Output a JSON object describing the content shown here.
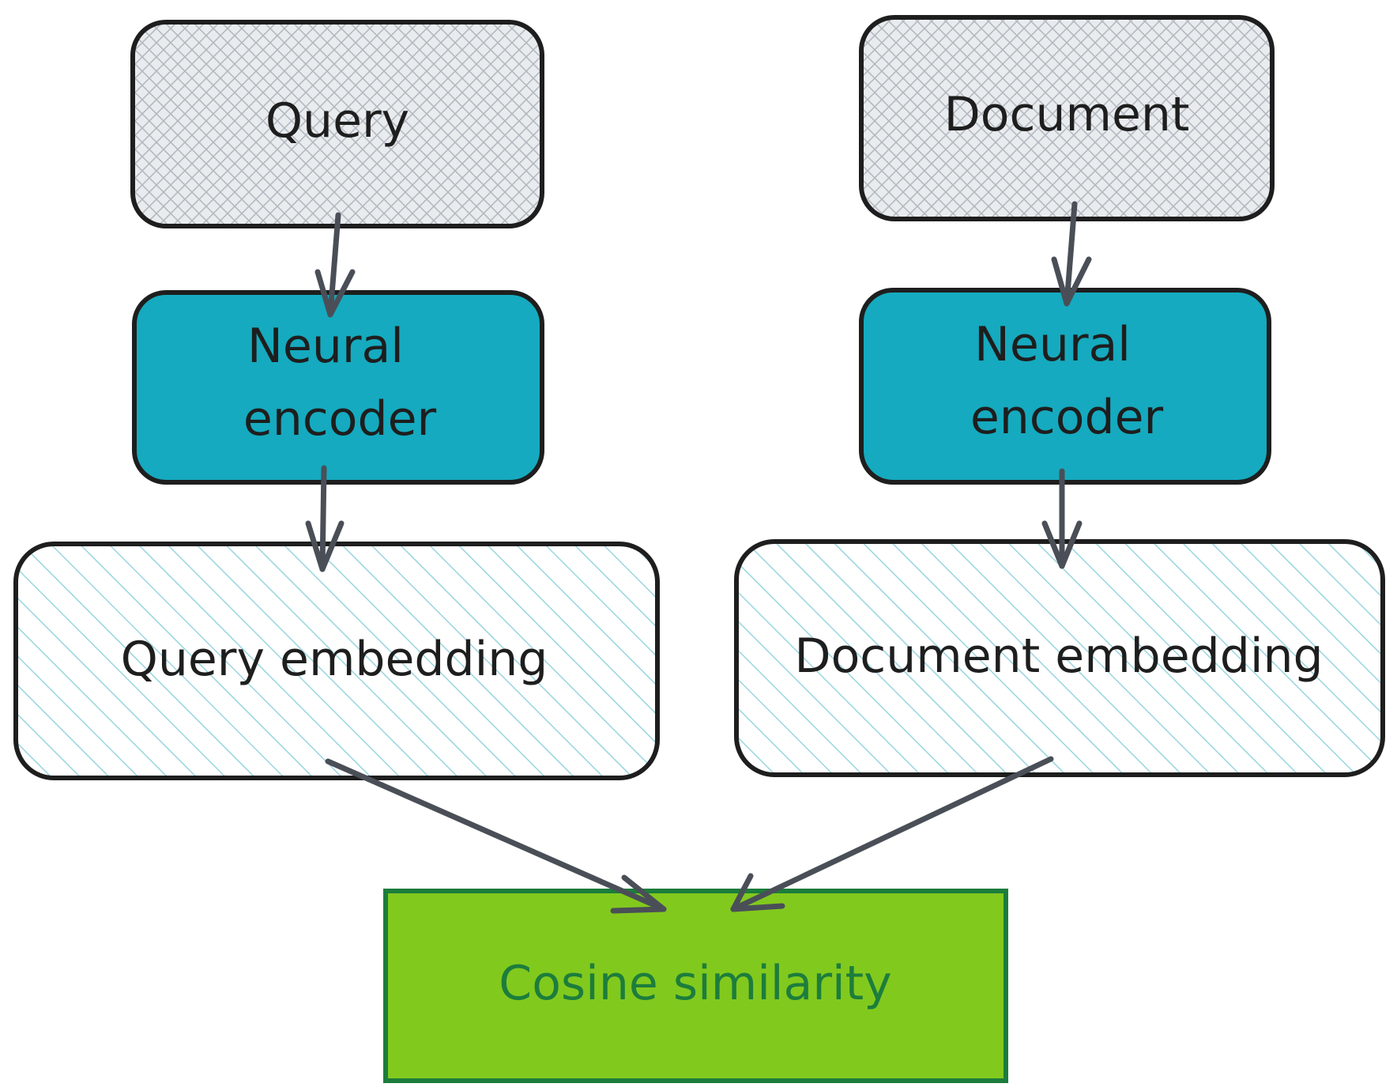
{
  "nodes": {
    "query": {
      "label": "Query"
    },
    "document": {
      "label": "Document"
    },
    "query_encoder": {
      "label_line1": "Neural",
      "label_line2": "encoder"
    },
    "document_encoder": {
      "label_line1": "Neural",
      "label_line2": "encoder"
    },
    "query_embedding": {
      "label": "Query embedding"
    },
    "document_embedding": {
      "label": "Document embedding"
    },
    "similarity": {
      "label": "Cosine similarity"
    }
  },
  "colors": {
    "input_fill": "#e9ecef",
    "input_hatch": "#b4b9c0",
    "encoder_fill": "#15aabf",
    "embedding_hatch": "#99d5df",
    "result_fill": "#82c91e",
    "result_stroke": "#1c7d3c",
    "result_text": "#1c7d3c",
    "arrow": "#4a4f57",
    "outline": "#1e1e1e"
  },
  "edges": [
    {
      "from": "query",
      "to": "query_encoder"
    },
    {
      "from": "query_encoder",
      "to": "query_embedding"
    },
    {
      "from": "document",
      "to": "document_encoder"
    },
    {
      "from": "document_encoder",
      "to": "document_embedding"
    },
    {
      "from": "query_embedding",
      "to": "similarity"
    },
    {
      "from": "document_embedding",
      "to": "similarity"
    }
  ]
}
